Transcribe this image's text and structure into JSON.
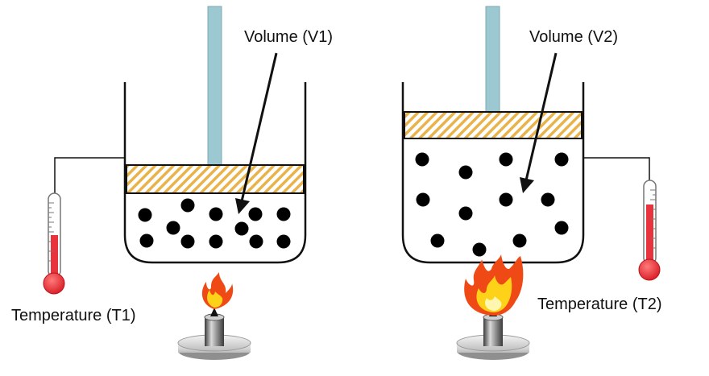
{
  "labels": {
    "volume_left": "Volume (V1)",
    "volume_right": "Volume (V2)",
    "temperature_left": "Temperature (T1)",
    "temperature_right": "Temperature (T2)"
  },
  "colors": {
    "rod": "#9cc9d1",
    "piston_stripe": "#e9b34a",
    "particle": "#000000",
    "thermometer_liquid": "#e8323c",
    "flame_outer": "#ef4a16",
    "flame_inner": "#ffd21a"
  },
  "icons": {
    "thermometer": "thermometer-icon",
    "burner": "bunsen-burner-icon",
    "flame": "flame-icon"
  }
}
